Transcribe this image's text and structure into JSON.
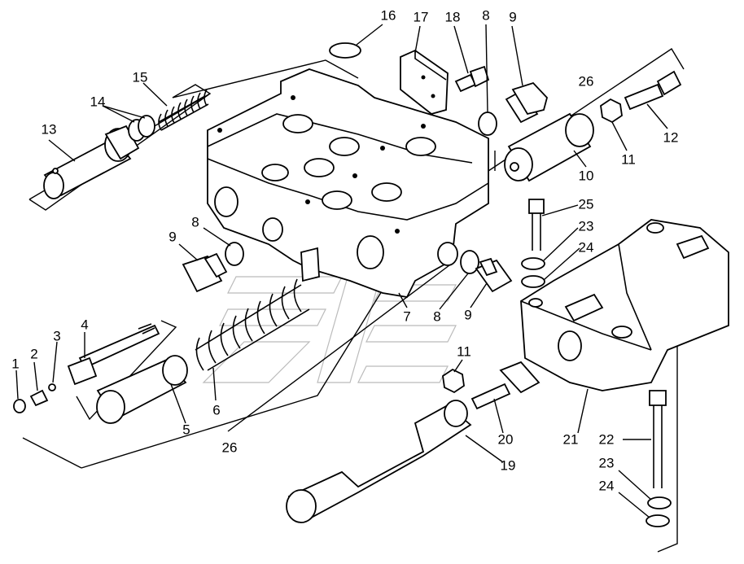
{
  "diagram": {
    "labels": [
      {
        "key": "l1",
        "text": "1"
      },
      {
        "key": "l2",
        "text": "2"
      },
      {
        "key": "l3",
        "text": "3"
      },
      {
        "key": "l4",
        "text": "4"
      },
      {
        "key": "l5",
        "text": "5"
      },
      {
        "key": "l6",
        "text": "6"
      },
      {
        "key": "l7",
        "text": "7"
      },
      {
        "key": "l8a",
        "text": "8"
      },
      {
        "key": "l8b",
        "text": "8"
      },
      {
        "key": "l8c",
        "text": "8"
      },
      {
        "key": "l9a",
        "text": "9"
      },
      {
        "key": "l9b",
        "text": "9"
      },
      {
        "key": "l9c",
        "text": "9"
      },
      {
        "key": "l10",
        "text": "10"
      },
      {
        "key": "l11a",
        "text": "11"
      },
      {
        "key": "l11b",
        "text": "11"
      },
      {
        "key": "l12",
        "text": "12"
      },
      {
        "key": "l13",
        "text": "13"
      },
      {
        "key": "l14",
        "text": "14"
      },
      {
        "key": "l15",
        "text": "15"
      },
      {
        "key": "l16",
        "text": "16"
      },
      {
        "key": "l17",
        "text": "17"
      },
      {
        "key": "l18",
        "text": "18"
      },
      {
        "key": "l19",
        "text": "19"
      },
      {
        "key": "l20",
        "text": "20"
      },
      {
        "key": "l21",
        "text": "21"
      },
      {
        "key": "l22",
        "text": "22"
      },
      {
        "key": "l23a",
        "text": "23"
      },
      {
        "key": "l23b",
        "text": "23"
      },
      {
        "key": "l24a",
        "text": "24"
      },
      {
        "key": "l24b",
        "text": "24"
      },
      {
        "key": "l25",
        "text": "25"
      },
      {
        "key": "l26a",
        "text": "26"
      },
      {
        "key": "l26b",
        "text": "26"
      }
    ]
  }
}
